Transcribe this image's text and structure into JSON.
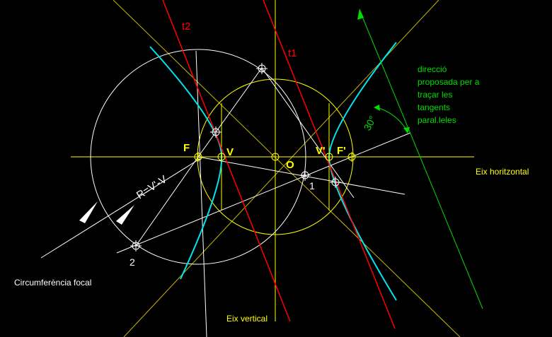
{
  "labels": {
    "t2": "t2",
    "t1": "t1",
    "F": "F",
    "V": "V",
    "O": "O",
    "V_prime": "V'",
    "F_prime": "F'",
    "point_1": "1",
    "point_2": "2",
    "radius": "R=V'-V",
    "eix_horitzontal": "Eix horitzontal",
    "eix_vertical": "Eix vertical",
    "circumferencia_focal": "Circumferència focal",
    "angle": "30°"
  },
  "direction_note": [
    "direcció",
    "proposada per a",
    "traçar les",
    "tangents",
    "paral.leles"
  ],
  "colors": {
    "background": "#000000",
    "axis": "#ffff00",
    "construction": "#ffffff",
    "hyperbola": "#00e5ee",
    "tangent": "#ff0000",
    "direction": "#00dd00",
    "asymptote": "#c8b400"
  }
}
